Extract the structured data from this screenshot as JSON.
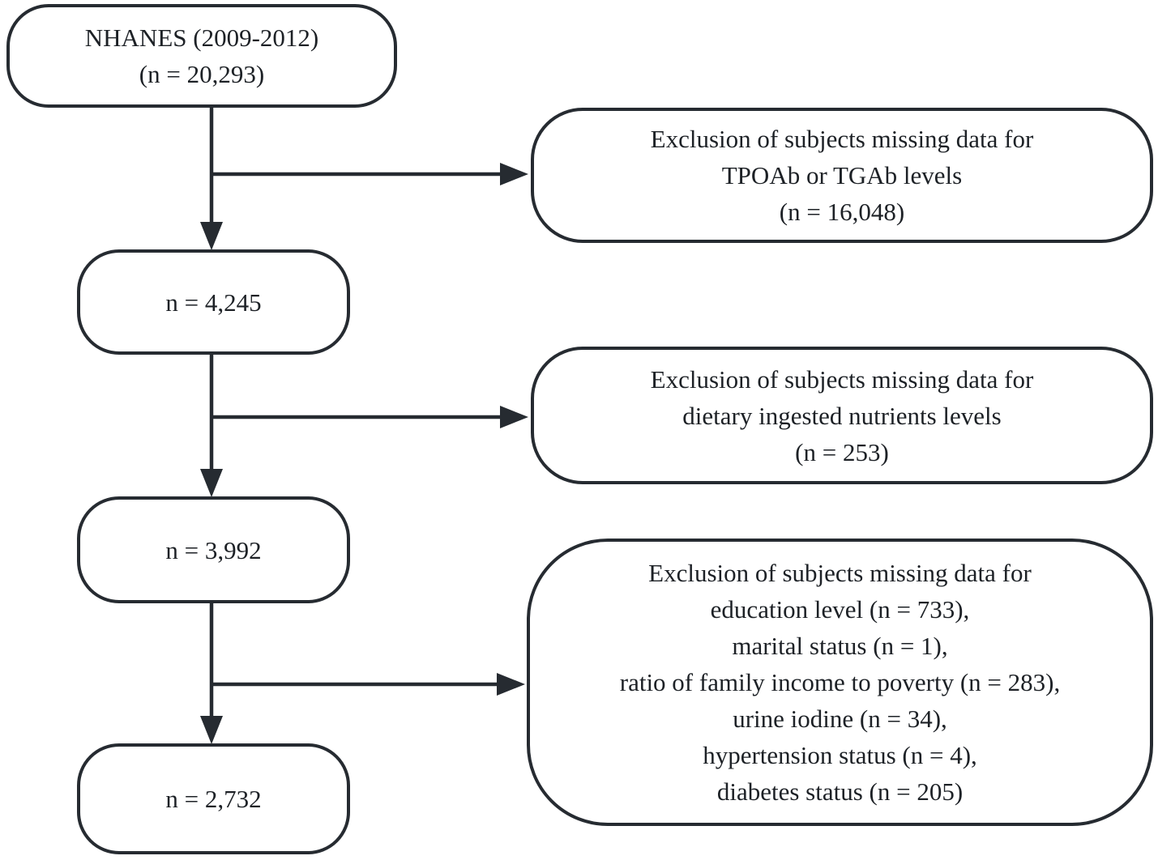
{
  "colors": {
    "border": "#262b31",
    "text": "#1d2126",
    "background": "#ffffff"
  },
  "flowchart": {
    "source_box": {
      "lines": [
        "NHANES (2009-2012)",
        "(n = 20,293)"
      ]
    },
    "step_boxes": [
      {
        "label": "n = 4,245"
      },
      {
        "label": "n = 3,992"
      },
      {
        "label": "n = 2,732"
      }
    ],
    "exclusion_boxes": [
      {
        "lines": [
          "Exclusion of subjects missing data for",
          "TPOAb or TGAb levels",
          "(n = 16,048)"
        ]
      },
      {
        "lines": [
          "Exclusion of subjects missing data for",
          "dietary ingested nutrients levels",
          "(n = 253)"
        ]
      },
      {
        "lines": [
          "Exclusion of subjects missing data for",
          "education level (n = 733),",
          "marital status (n = 1),",
          "ratio of family income to poverty (n = 283),",
          "urine iodine (n = 34),",
          "hypertension status (n = 4),",
          "diabetes status (n = 205)"
        ]
      }
    ]
  }
}
